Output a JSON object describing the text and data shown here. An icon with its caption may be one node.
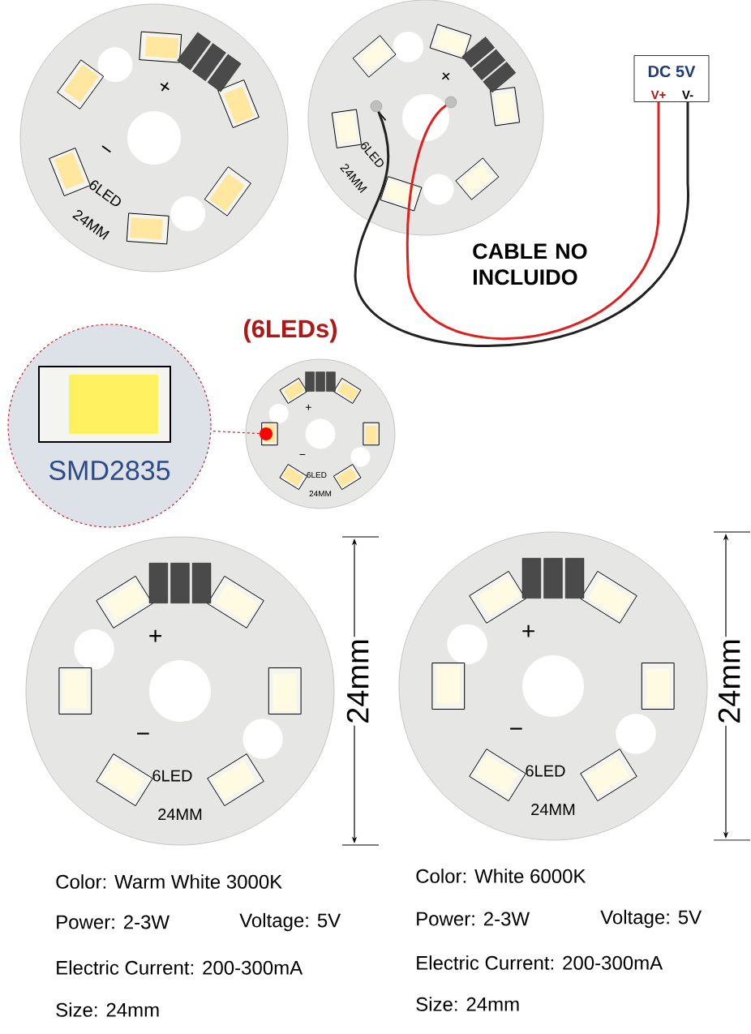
{
  "diagram": {
    "nodes": [
      {
        "text": [
          "+",
          "−",
          "6LED",
          "24MM"
        ]
      },
      {
        "text": [
          "+",
          "−",
          "6LED",
          "24MM"
        ]
      },
      {
        "text": [],
        "shape": "circle",
        "in": 1
      },
      {
        "text": [],
        "shape": "circle",
        "in": 1
      },
      {
        "text": [
          "DC 5V",
          "V+",
          "V-"
        ]
      },
      {
        "text": [
          "SMD2835"
        ]
      },
      {
        "text": [
          "+",
          "−",
          "6LED",
          "24MM"
        ],
        "beside": [
          "(6LEDs)"
        ]
      },
      {
        "text": [],
        "shape": "circle",
        "in": 6
      },
      {
        "text": [
          "+",
          "−",
          "6LED",
          "24MM"
        ]
      },
      {
        "text": [
          "+",
          "−",
          "6LED",
          "24MM"
        ]
      }
    ],
    "edges": [
      {
        "from": 4,
        "to": 3,
        "arrow": "none",
        "color": "#e02020"
      },
      {
        "from": 4,
        "to": 2,
        "arrow": "none",
        "color": "#222222"
      },
      {
        "from": 7,
        "to": 5,
        "arrow": "none",
        "style": "dashed",
        "color": "#cc2233"
      }
    ],
    "labels": [
      "CABLE NO INCLUIDO",
      "24mm",
      "24mm",
      "Color: Warm White 3000K",
      "Power: 2-3W",
      "Voltage: 5V",
      "Electric Current: 200-300mA",
      "Size: 24mm",
      "Color: White 6000K",
      "Power: 2-3W",
      "Voltage: 5V",
      "Electric Current: 200-300mA",
      "Size: 24mm"
    ]
  }
}
